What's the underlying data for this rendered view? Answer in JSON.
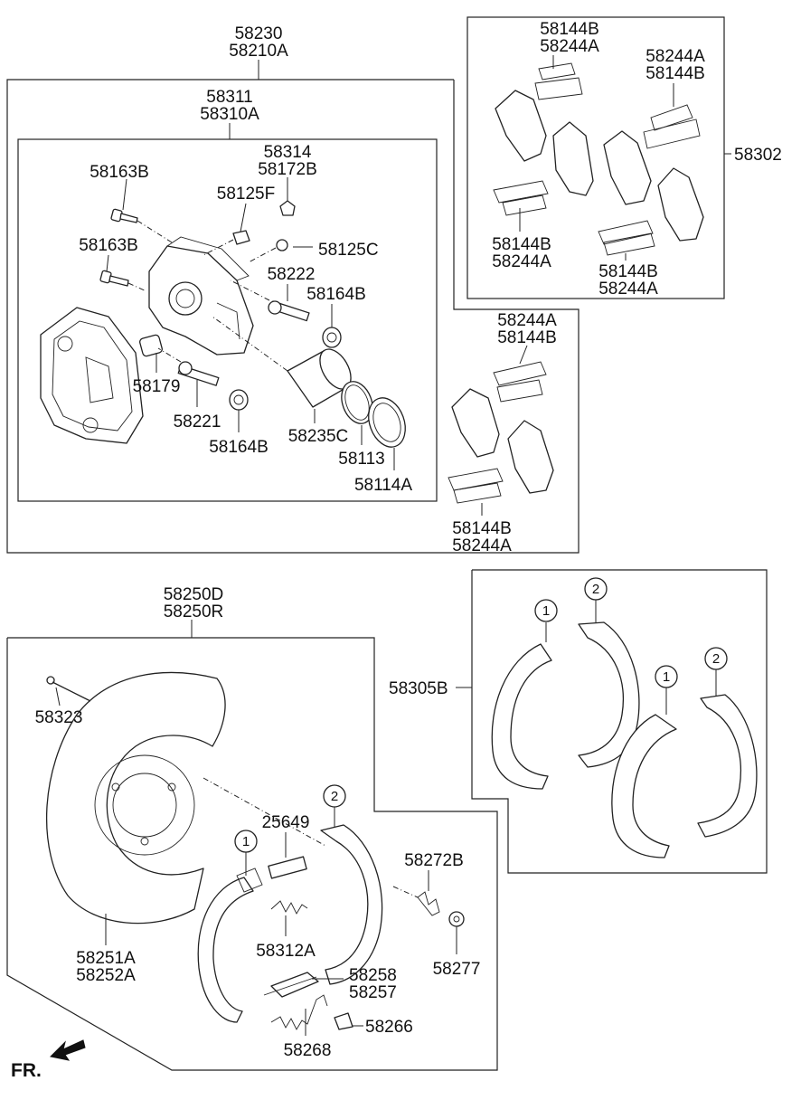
{
  "labels": {
    "caliper_assy_a": "58230",
    "caliper_assy_b": "58210A",
    "caliper_body_a": "58311",
    "caliper_body_b": "58310A",
    "bleeder_a": "58314",
    "bleeder_b": "58172B",
    "bolt_upper": "58163B",
    "bolt_lower": "58163B",
    "guide_upper": "58125F",
    "guide_cap": "58125C",
    "pin_upper": "58222",
    "boot_upper": "58164B",
    "bushing": "58179",
    "pin_lower": "58221",
    "boot_lower": "58164B",
    "piston": "58235C",
    "seal": "58113",
    "piston_boot": "58114A",
    "pad_kit": "58302",
    "tr_clip_top_a": "58144B",
    "tr_clip_top_b": "58244A",
    "tr_clip_right_a": "58244A",
    "tr_clip_right_b": "58144B",
    "tr_clip_left_a": "58144B",
    "tr_clip_left_b": "58244A",
    "tr_clip_bot_a": "58144B",
    "tr_clip_bot_b": "58244A",
    "mid_clip_top_a": "58244A",
    "mid_clip_top_b": "58144B",
    "mid_clip_bot_a": "58144B",
    "mid_clip_bot_b": "58244A",
    "backplate_a": "58250D",
    "backplate_b": "58250R",
    "screw": "58323",
    "dust_shield_a": "58251A",
    "dust_shield_b": "58252A",
    "adjuster": "25649",
    "spring_upper": "58272B",
    "washer": "58277",
    "spring_adj": "58312A",
    "lever_a": "58258",
    "lever_b": "58257",
    "clip": "58266",
    "spring_lower": "58268",
    "shoe_kit": "58305B",
    "fr": "FR."
  },
  "callouts": {
    "shoe_1": "1",
    "shoe_2": "2"
  }
}
